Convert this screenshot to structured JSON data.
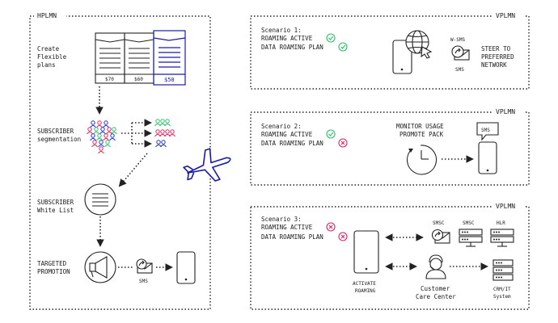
{
  "hplmn": {
    "title": "HPLMN",
    "create_plans": [
      "Create",
      "Flexible",
      "plans"
    ],
    "prices": [
      "$70",
      "$60",
      "$50"
    ],
    "subscriber_segmentation": [
      "SUBSCRIBER",
      "segmentation"
    ],
    "subscriber_white_list": [
      "SUBSCRIBER",
      "White List"
    ],
    "targeted_promotion": [
      "TARGETED",
      "PROMOTION"
    ],
    "sms_label": "SMS"
  },
  "scenario1": {
    "region": "VPLMN",
    "title": "Scenario 1:",
    "line1": "ROAMING ACTIVE",
    "line2": "DATA ROAMING PLAN",
    "status1": "check",
    "status2": "check",
    "wsms": "W-SMS",
    "sms": "SMS",
    "steer": [
      "STEER TO",
      "PREFERRED",
      "NETWORK"
    ]
  },
  "scenario2": {
    "region": "VPLMN",
    "title": "Scenario 2:",
    "line1": "ROAMING ACTIVE",
    "line2": "DATA ROAMING PLAN",
    "status1": "check",
    "status2": "cross",
    "monitor": [
      "MONITOR USAGE",
      "PROMOTE PACK"
    ],
    "sms_bubble": "SMS"
  },
  "scenario3": {
    "region": "VPLMN",
    "title": "Scenario 3:",
    "line1": "ROAMING ACTIVE",
    "line2": "DATA ROAMING PLAN",
    "status1": "cross",
    "status2": "cross",
    "activate": [
      "ACTIVATE",
      "ROAMING"
    ],
    "smsc1": "SMSC",
    "smsc2": "SMSC",
    "hlr": "HLR",
    "customer_care": [
      "Customer",
      "Care Center"
    ],
    "crm": [
      "CRM/IT",
      "System"
    ]
  },
  "colors": {
    "check": "#2bbf6a",
    "cross": "#e0245e",
    "plane": "#1a1aa8",
    "people_blue": "#2233cc",
    "people_green": "#2bbf6a",
    "people_red": "#e0245e"
  }
}
